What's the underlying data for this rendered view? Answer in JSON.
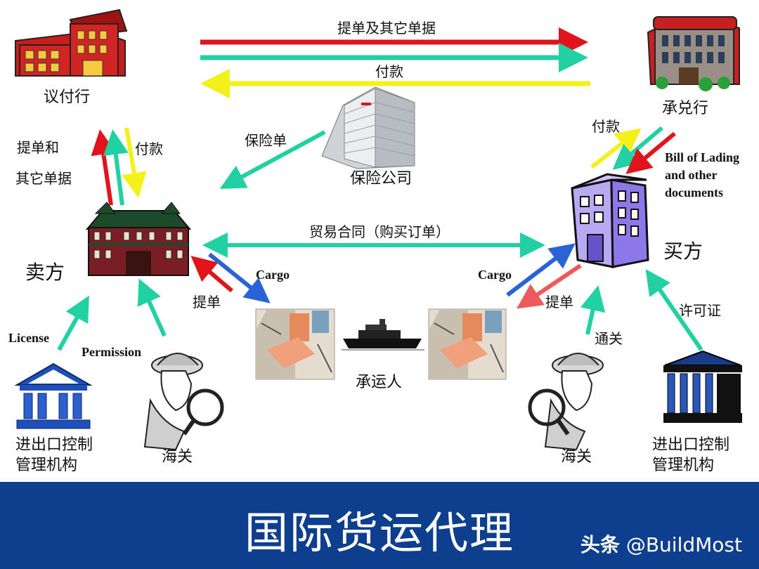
{
  "nodes": {
    "negotiating_bank": "议付行",
    "accepting_bank": "承兑行",
    "insurer": "保险公司",
    "seller": "卖方",
    "buyer": "买方",
    "carrier": "承运人",
    "export_authority": "进出口控制\n管理机构",
    "import_authority": "进出口控制\n管理机构",
    "customs_left": "海关",
    "customs_right": "海关"
  },
  "flows": {
    "top_docs": "提单及其它单据",
    "top_payment": "付款",
    "insurance_policy": "保险单",
    "left_docs_line1": "提单和",
    "left_docs_line2": "其它单据",
    "left_payment": "付款",
    "right_payment": "付款",
    "right_docs": "Bill of Lading\nand other\ndocuments",
    "contract": "贸易合同（购买订单）",
    "cargo_left": "Cargo",
    "cargo_right": "Cargo",
    "bl_left": "提单",
    "bl_right": "提单",
    "license": "License",
    "permission": "Permission",
    "clearance": "通关",
    "import_license": "许可证"
  },
  "footer": {
    "title": "国际货运代理",
    "watermark_brand": "头条",
    "watermark_handle": "@BuildMost"
  },
  "colors": {
    "red": "#e0141a",
    "teal": "#21d1a3",
    "yellow": "#f4f01c",
    "blue": "#2a63d6",
    "footer_bg": "#0e3e8e"
  }
}
